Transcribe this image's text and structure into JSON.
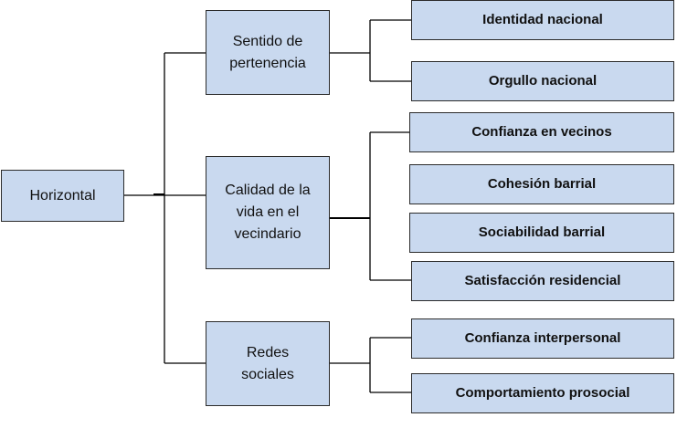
{
  "diagram": {
    "root": {
      "label": "Horizontal"
    },
    "categories": [
      {
        "label": "Sentido de\npertenencia",
        "items": [
          "Identidad nacional",
          "Orgullo nacional"
        ]
      },
      {
        "label": "Calidad de la\nvida en el\nvecindario",
        "items": [
          "Confianza en vecinos",
          "Cohesión barrial",
          "Sociabilidad barrial",
          "Satisfacción residencial"
        ]
      },
      {
        "label": "Redes\nsociales",
        "items": [
          "Confianza interpersonal",
          "Comportamiento prosocial"
        ]
      }
    ],
    "colors": {
      "box_fill": "#c9d9ef",
      "box_border": "#2b2b2b",
      "line": "#000000"
    }
  }
}
